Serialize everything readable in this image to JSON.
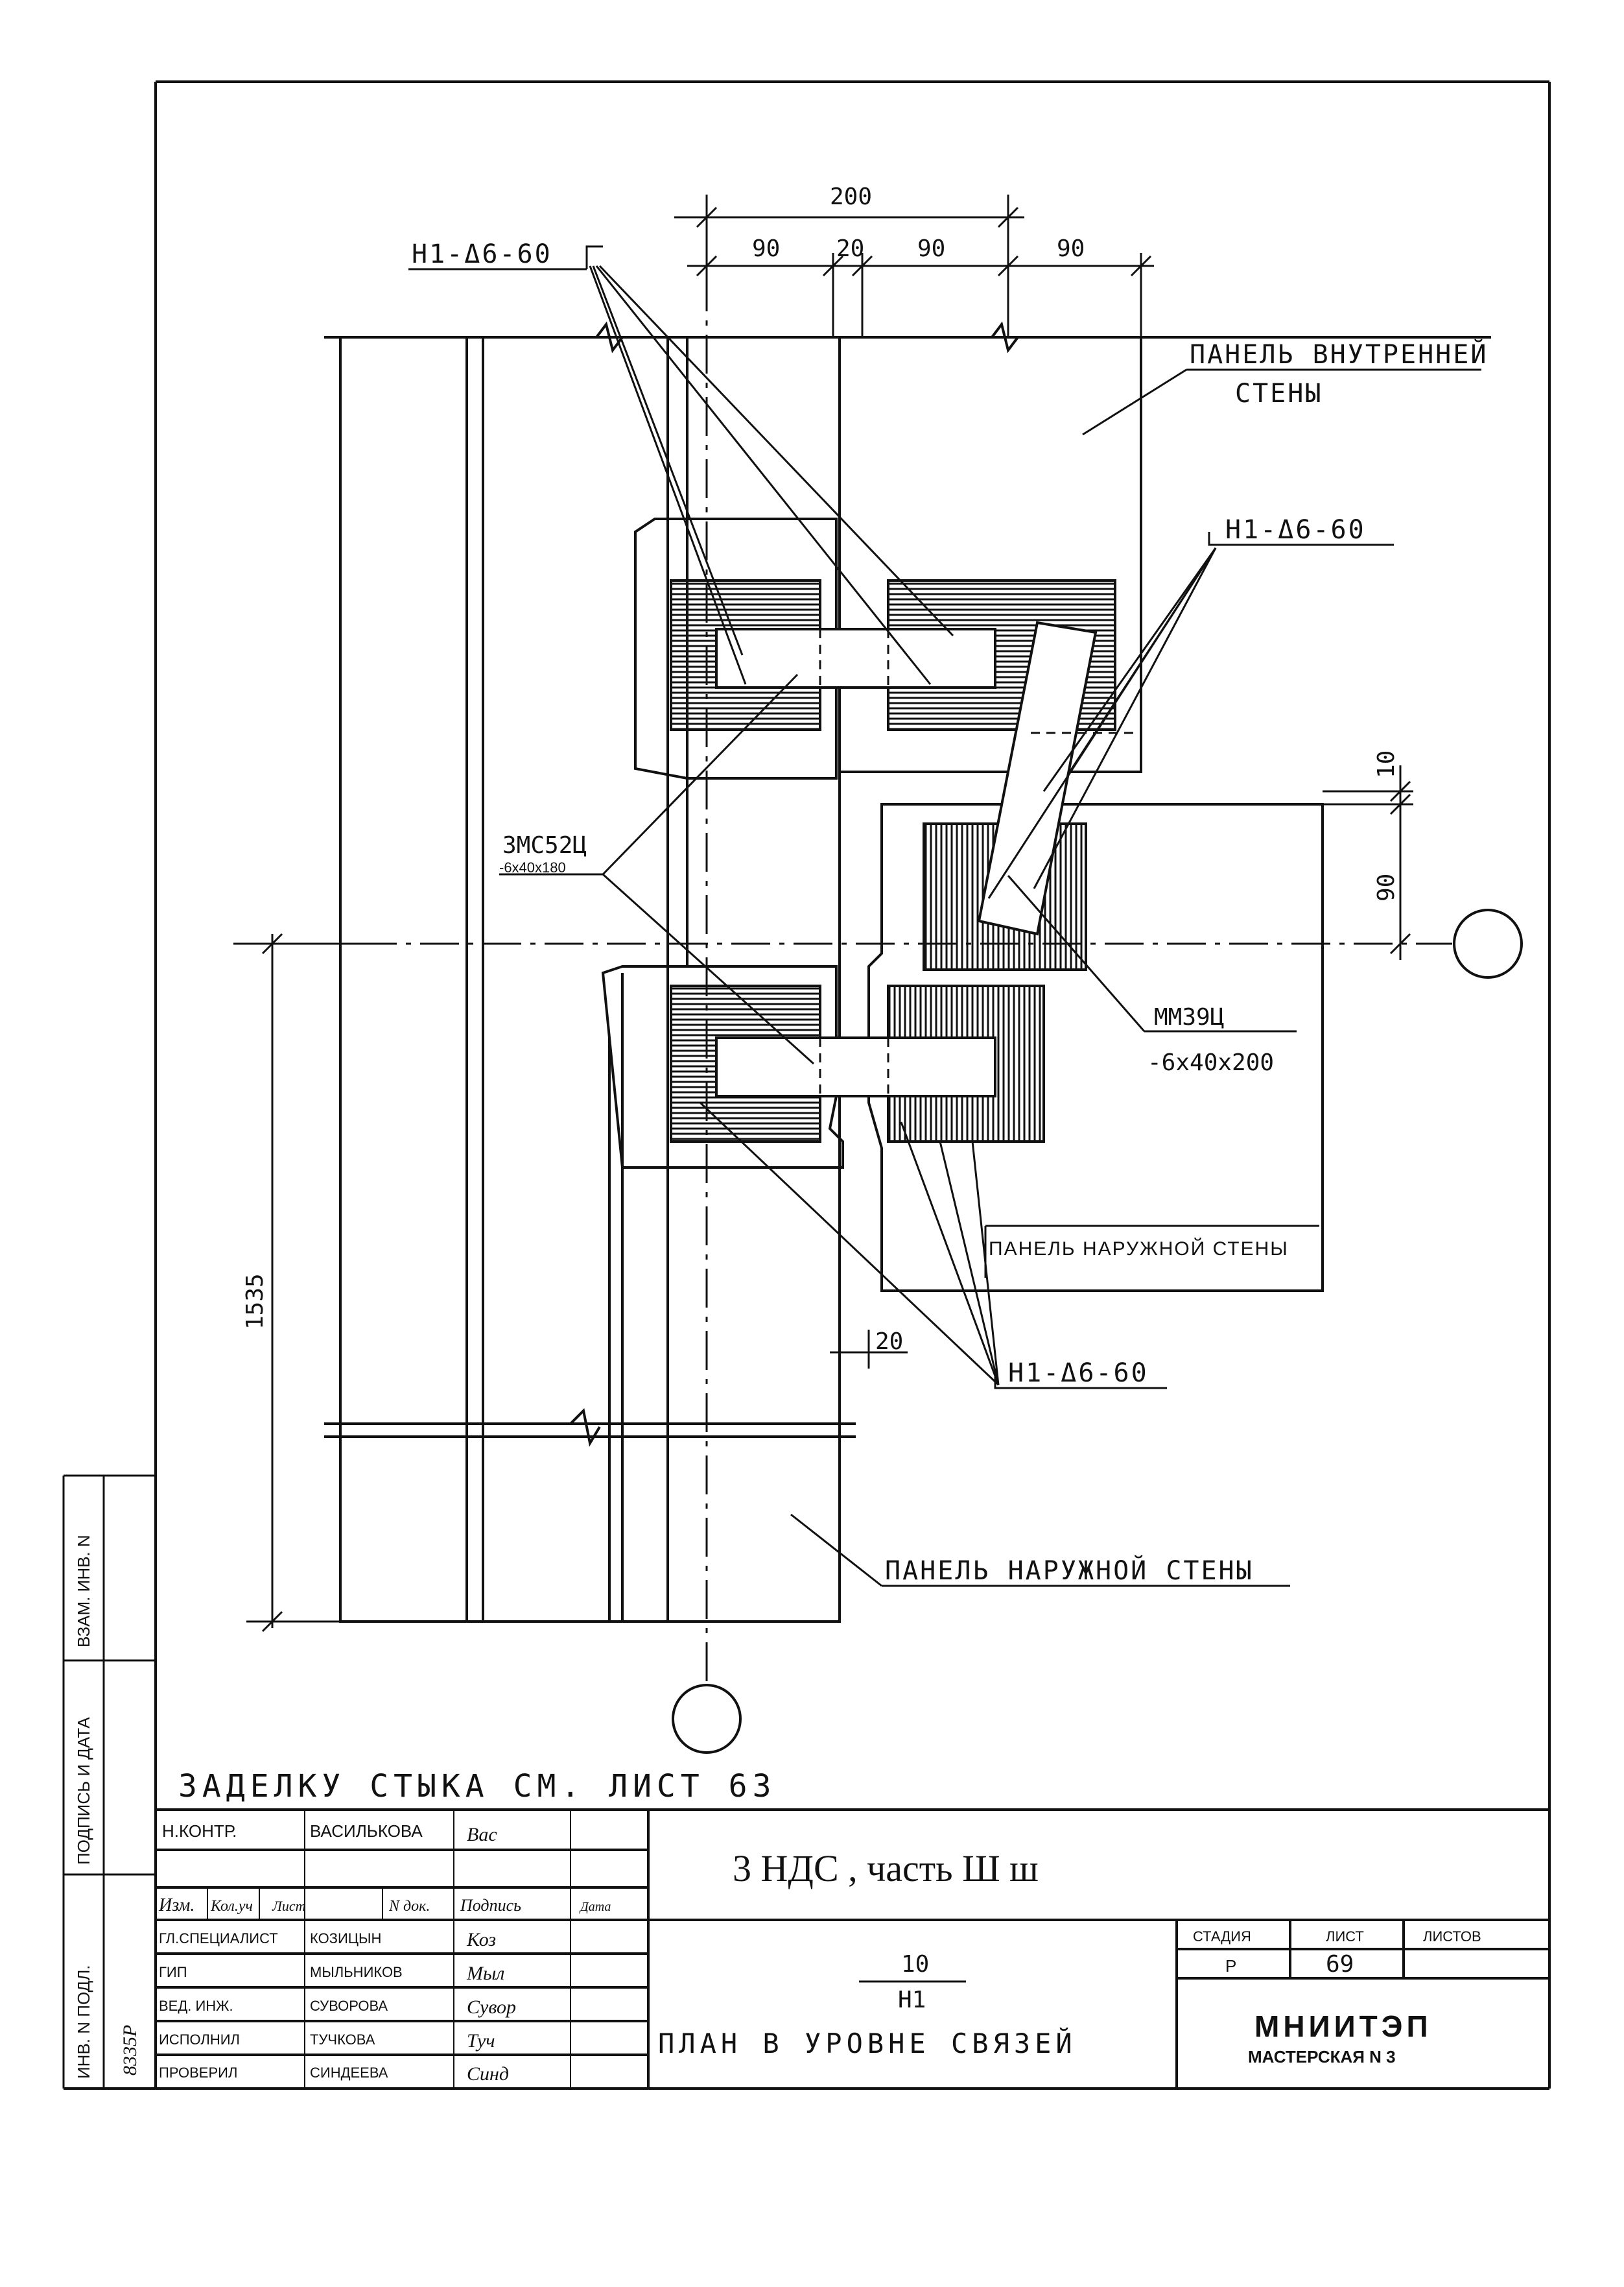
{
  "drawing": {
    "dimensions": {
      "overall_200": "200",
      "d_90_a": "90",
      "d_20_top": "20",
      "d_90_b": "90",
      "d_90_c": "90",
      "d_10": "10",
      "d_90_side": "90",
      "d_1535": "1535",
      "d_20_bottom": "20"
    },
    "labels": {
      "tie_top_left": "Н1-Δ6-60",
      "tie_top_right": "Н1-Δ6-60",
      "tie_bottom": "Н1-Δ6-60",
      "inner_wall_line1": "ПАНЕЛЬ ВНУТРЕННЕЙ",
      "inner_wall_line2": "СТЕНЫ",
      "plate_left_line1": "ЗМС52Ц",
      "plate_left_line2": "-6х40х180",
      "plate_right_line1": "ММ39Ц",
      "plate_right_line2": "-6х40х200",
      "outer_wall_right": "ПАНЕЛЬ НАРУЖНОЙ СТЕНЫ",
      "outer_wall_bottom": "ПАНЕЛЬ НАРУЖНОЙ СТЕНЫ"
    },
    "note": "ЗАДЕЛКУ СТЫКА СМ. ЛИСТ 63"
  },
  "side_stamp": {
    "zam_inv": "ВЗАМ. ИНВ. N",
    "sign_date": "ПОДПИСЬ И ДАТА",
    "inv_podl": "ИНВ. N ПОДЛ.",
    "inv_number": "8335Р"
  },
  "title_block": {
    "project": "3 НДС , часть Ш ш",
    "norm_control": {
      "role": "Н.КОНТР.",
      "name": "ВАСИЛЬКОВА",
      "signature": "Вас"
    },
    "headers": [
      "Изм.",
      "Кол.уч",
      "Лист",
      "N док.",
      "Подпись",
      "Дата"
    ],
    "staff": [
      {
        "role": "ГЛ.СПЕЦИАЛИСТ",
        "name": "КОЗИЦЫН",
        "signature": "Коз"
      },
      {
        "role": "ГИП",
        "name": "МЫЛЬНИКОВ",
        "signature": "Мыл"
      },
      {
        "role": "ВЕД. ИНЖ.",
        "name": "СУВОРОВА",
        "signature": "Сувор"
      },
      {
        "role": "ИСПОЛНИЛ",
        "name": "ТУЧКОВА",
        "signature": "Туч"
      },
      {
        "role": "ПРОВЕРИЛ",
        "name": "СИНДЕЕВА",
        "signature": "Синд"
      }
    ],
    "drawing_code_top": "10",
    "drawing_code_bottom": "Н1",
    "drawing_title": "ПЛАН В УРОВНЕ СВЯЗЕЙ",
    "stage_header": "СТАДИЯ",
    "sheet_header": "ЛИСТ",
    "sheets_header": "ЛИСТОВ",
    "stage": "Р",
    "sheet": "69",
    "sheets": "",
    "organization": "МНИИТЭП",
    "department": "МАСТЕРСКАЯ N 3"
  }
}
